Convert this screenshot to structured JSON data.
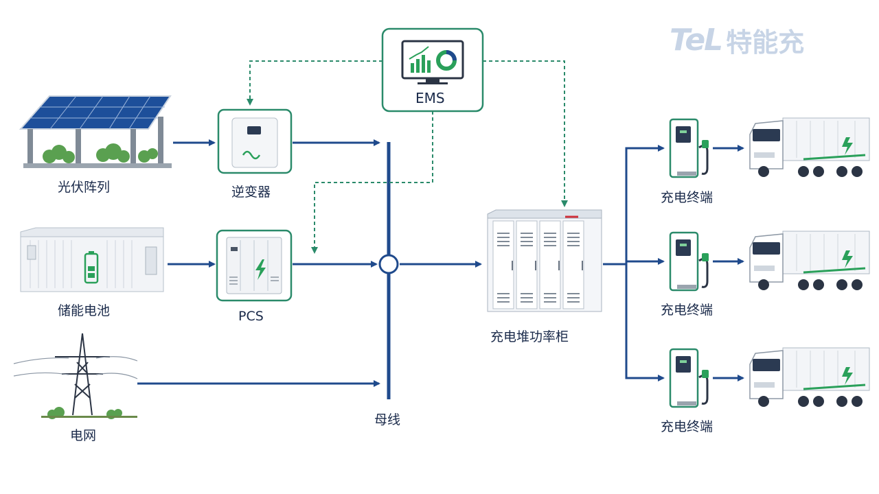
{
  "colors": {
    "line_blue": "#1f4a8c",
    "box_green": "#2a8a6a",
    "dashed_green": "#2a8a6a",
    "accent_green": "#2aa05a",
    "logo_gray": "#c7d4e6"
  },
  "logo": {
    "mark": "TeL",
    "text": "特能充"
  },
  "nodes": {
    "pv": {
      "label": "光伏阵列",
      "icon": "solar-panel-icon"
    },
    "inverter": {
      "label": "逆变器",
      "icon": "inverter-icon"
    },
    "battery": {
      "label": "储能电池",
      "icon": "battery-container-icon"
    },
    "pcs": {
      "label": "PCS",
      "icon": "pcs-cabinet-icon"
    },
    "grid": {
      "label": "电网",
      "icon": "power-tower-icon"
    },
    "ems": {
      "label": "EMS",
      "icon": "monitor-chart-icon"
    },
    "bus": {
      "label": "母线"
    },
    "cabinet": {
      "label": "充电堆功率柜",
      "icon": "power-cabinet-icon"
    },
    "terminals": [
      {
        "label": "充电终端",
        "icon": "charger-icon",
        "vehicle": "truck-icon"
      },
      {
        "label": "充电终端",
        "icon": "charger-icon",
        "vehicle": "truck-icon"
      },
      {
        "label": "充电终端",
        "icon": "charger-icon",
        "vehicle": "truck-icon"
      }
    ]
  }
}
